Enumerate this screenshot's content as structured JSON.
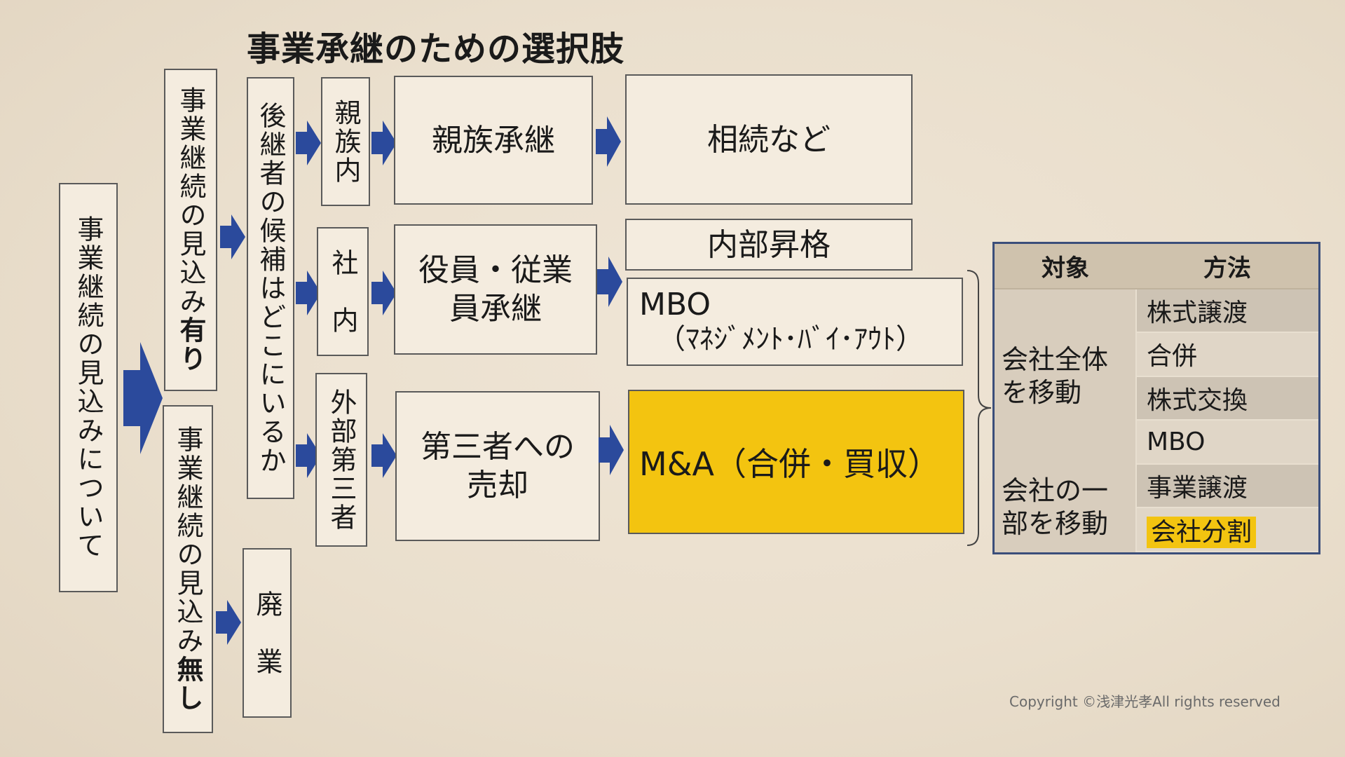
{
  "title": "事業承継のための選択肢",
  "col1": {
    "label": "事業継続の見込みについて"
  },
  "col2": {
    "yes": {
      "prefix": "事業継続の見込み",
      "strong": "有り"
    },
    "no": {
      "prefix": "事業継続の見込み",
      "strong": "無し"
    }
  },
  "col3": {
    "successor": "後継者の候補はどこにいるか",
    "closure": "廃　業"
  },
  "col4": {
    "family": "親族内",
    "internal": "社　内",
    "external": "外部第三者"
  },
  "col5": {
    "family": "親族承継",
    "internal_line1": "役員・従業",
    "internal_line2": "員承継",
    "external_line1": "第三者への",
    "external_line2": "売却"
  },
  "col6": {
    "inheritance": "相続など",
    "promotion": "内部昇格",
    "mbo_main": "MBO",
    "mbo_sub": "（ﾏﾈｼﾞﾒﾝﾄ･ﾊﾞｲ･ｱｳﾄ）",
    "ma": "M&A（合併・買収）"
  },
  "methods_table": {
    "headers": [
      "対象",
      "方法"
    ],
    "group1": {
      "target_line1": "会社全体",
      "target_line2": "を移動",
      "methods": [
        "株式譲渡",
        "合併",
        "株式交換",
        "MBO"
      ]
    },
    "group2": {
      "target_line1": "会社の一",
      "target_line2": "部を移動",
      "methods": [
        "事業譲渡",
        "会社分割"
      ]
    }
  },
  "copyright": "Copyright ©浅津光孝All rights reserved",
  "colors": {
    "arrow": "#2b4a9c",
    "highlight": "#f3c410",
    "table_border": "#3b4e7a"
  }
}
